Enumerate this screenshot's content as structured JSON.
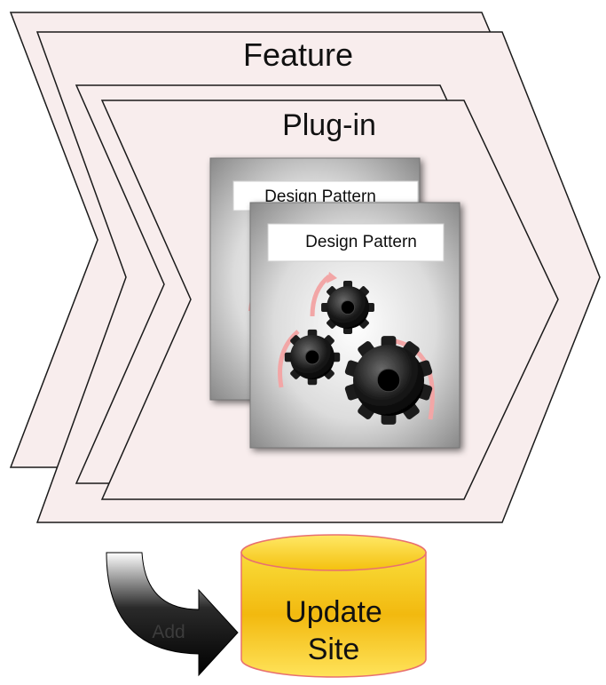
{
  "feature": {
    "label": "Feature"
  },
  "plugin": {
    "label": "Plug-in"
  },
  "design_patterns": [
    {
      "label": "Design Pattern"
    },
    {
      "label": "Design Pattern"
    }
  ],
  "add_arrow": {
    "label": "Add"
  },
  "update_site": {
    "line1": "Update",
    "line2": "Site"
  },
  "colors": {
    "chevron_fill": "#f8eded",
    "chevron_stroke": "#1a1a1a",
    "card_gray": "#a0a0a0",
    "gear_arrow": "#f2a6a6",
    "cylinder_yellow": "#f7d21a",
    "cylinder_rim": "#e87070"
  },
  "icons": [
    "gear-icon",
    "curved-arrow-icon",
    "database-icon"
  ]
}
